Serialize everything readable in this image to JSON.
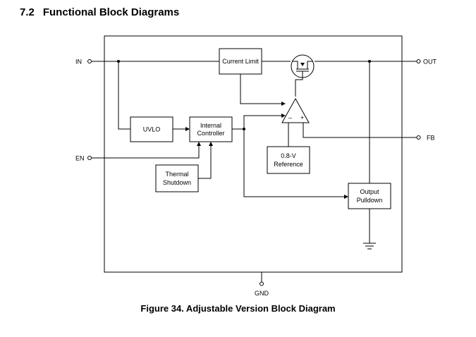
{
  "section": {
    "number": "7.2",
    "title": "Functional Block Diagrams"
  },
  "caption": "Figure 34.  Adjustable Version Block Diagram",
  "pins": {
    "in": "IN",
    "en": "EN",
    "out": "OUT",
    "fb": "FB",
    "gnd": "GND"
  },
  "blocks": {
    "current_limit": "Current Limit",
    "uvlo": "UVLO",
    "internal_controller": [
      "Internal",
      "Controller"
    ],
    "thermal_shutdown": [
      "Thermal",
      "Shutdown"
    ],
    "reference": [
      "0.8-V",
      "Reference"
    ],
    "output_pulldown": [
      "Output",
      "Pulldown"
    ]
  },
  "amp": {
    "minus": "–",
    "plus": "+"
  }
}
